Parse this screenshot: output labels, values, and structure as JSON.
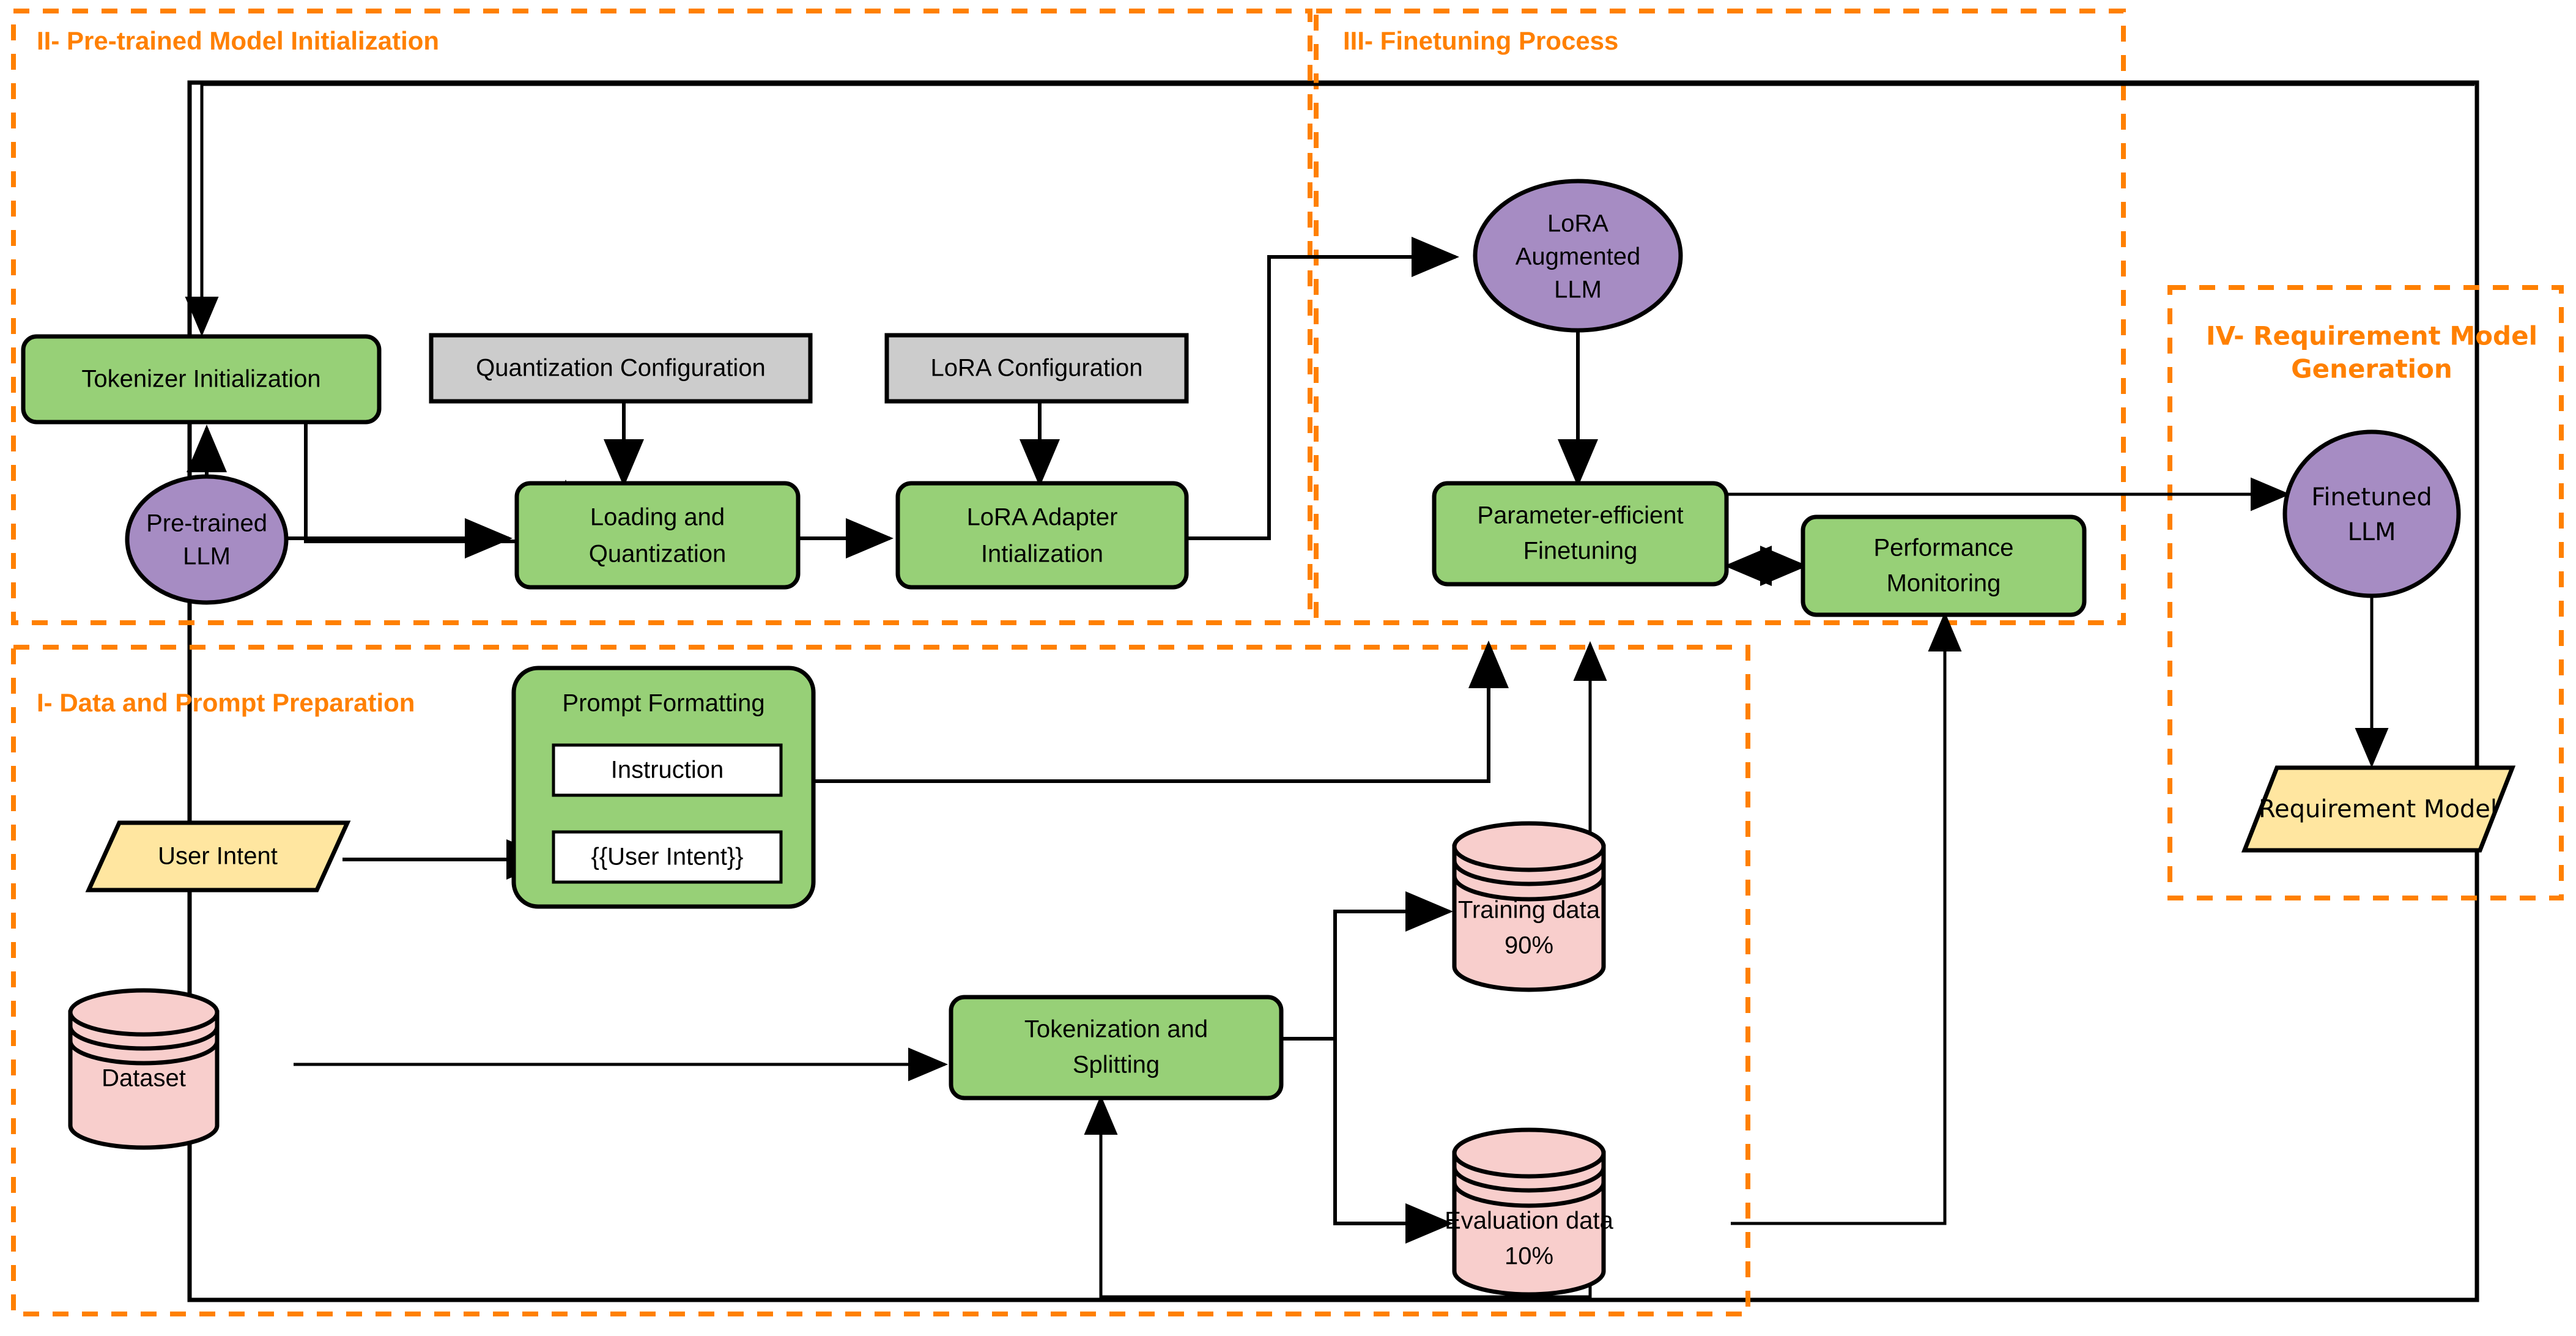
{
  "diagram": {
    "title": "LLM Finetuning Pipeline for Requirement Model Generation",
    "colors": {
      "section_border": "#FF8000",
      "section_title": "#FF8000",
      "process_fill": "#97D077",
      "config_fill": "#CCCCCC",
      "model_fill": "#A68CC3",
      "data_fill": "#F8CECC",
      "io_fill": "#FFE6A0",
      "inner_fill": "#FFFFFF",
      "stroke": "#000000"
    },
    "sections": [
      {
        "id": "sec1",
        "label": "I- Data and Prompt Preparation"
      },
      {
        "id": "sec2",
        "label": "II- Pre-trained Model Initialization"
      },
      {
        "id": "sec3",
        "label": "III- Finetuning Process"
      },
      {
        "id": "sec4",
        "label": "IV- Requirement Model",
        "label2": "Generation"
      }
    ],
    "nodes": {
      "tokenizer_init": {
        "label": "Tokenizer Initialization",
        "shape": "rounded-rect",
        "fill": "#97D077"
      },
      "quant_config": {
        "label": "Quantization Configuration",
        "shape": "rect",
        "fill": "#CCCCCC"
      },
      "lora_config": {
        "label": "LoRA Configuration",
        "shape": "rect",
        "fill": "#CCCCCC"
      },
      "pretrained_llm": {
        "label1": "Pre-trained",
        "label2": "LLM",
        "shape": "ellipse",
        "fill": "#A68CC3"
      },
      "loading_quant": {
        "label1": "Loading and",
        "label2": "Quantization",
        "shape": "rounded-rect",
        "fill": "#97D077"
      },
      "lora_adapter_init": {
        "label1": "LoRA Adapter",
        "label2": "Intialization",
        "shape": "rounded-rect",
        "fill": "#97D077"
      },
      "lora_augmented_llm": {
        "label1": "LoRA",
        "label2": "Augmented",
        "label3": "LLM",
        "shape": "ellipse",
        "fill": "#A68CC3"
      },
      "peft": {
        "label1": "Parameter-efficient",
        "label2": "Finetuning",
        "shape": "rounded-rect",
        "fill": "#97D077"
      },
      "perf_monitoring": {
        "label1": "Performance",
        "label2": "Monitoring",
        "shape": "rounded-rect",
        "fill": "#97D077"
      },
      "finetuned_llm": {
        "label1": "Finetuned",
        "label2": "LLM",
        "shape": "ellipse",
        "fill": "#A68CC3"
      },
      "requirement_model": {
        "label": "Requirement Model",
        "shape": "parallelogram",
        "fill": "#FFE6A0"
      },
      "prompt_formatting": {
        "label": "Prompt Formatting",
        "shape": "rounded-rect",
        "fill": "#97D077"
      },
      "instruction": {
        "label": "Instruction",
        "shape": "rect",
        "fill": "#FFFFFF"
      },
      "user_intent_slot": {
        "label": "{{User Intent}}",
        "shape": "rect",
        "fill": "#FFFFFF"
      },
      "user_intent": {
        "label": "User Intent",
        "shape": "parallelogram",
        "fill": "#FFE6A0"
      },
      "dataset": {
        "label": "Dataset",
        "shape": "cylinder",
        "fill": "#F8CECC"
      },
      "tokenization_split": {
        "label1": "Tokenization and",
        "label2": "Splitting",
        "shape": "rounded-rect",
        "fill": "#97D077"
      },
      "training_data": {
        "label1": "Training data",
        "label2": "90%",
        "shape": "cylinder",
        "fill": "#F8CECC"
      },
      "evaluation_data": {
        "label1": "Evaluation data",
        "label2": "10%",
        "shape": "cylinder",
        "fill": "#F8CECC"
      }
    },
    "edges": [
      {
        "from": "pretrained_llm",
        "to": "tokenizer_init"
      },
      {
        "from": "pretrained_llm",
        "to": "loading_quant"
      },
      {
        "from": "tokenizer_init",
        "to": "loading_quant"
      },
      {
        "from": "quant_config",
        "to": "loading_quant"
      },
      {
        "from": "lora_config",
        "to": "lora_adapter_init"
      },
      {
        "from": "loading_quant",
        "to": "lora_adapter_init"
      },
      {
        "from": "lora_adapter_init",
        "to": "lora_augmented_llm"
      },
      {
        "from": "lora_augmented_llm",
        "to": "peft"
      },
      {
        "from": "peft",
        "to": "perf_monitoring",
        "bidirectional": true
      },
      {
        "from": "peft",
        "to": "finetuned_llm"
      },
      {
        "from": "finetuned_llm",
        "to": "requirement_model"
      },
      {
        "from": "user_intent",
        "to": "user_intent_slot"
      },
      {
        "from": "prompt_formatting",
        "to": "peft"
      },
      {
        "from": "dataset",
        "to": "tokenization_split"
      },
      {
        "from": "tokenization_split",
        "to": "training_data"
      },
      {
        "from": "tokenization_split",
        "to": "evaluation_data"
      },
      {
        "from": "training_data",
        "to": "peft"
      },
      {
        "from": "evaluation_data",
        "to": "perf_monitoring"
      },
      {
        "from": "evaluation_data",
        "to": "tokenization_split"
      },
      {
        "from": "finetuned_llm_loop",
        "to": "tokenizer_init"
      }
    ]
  }
}
